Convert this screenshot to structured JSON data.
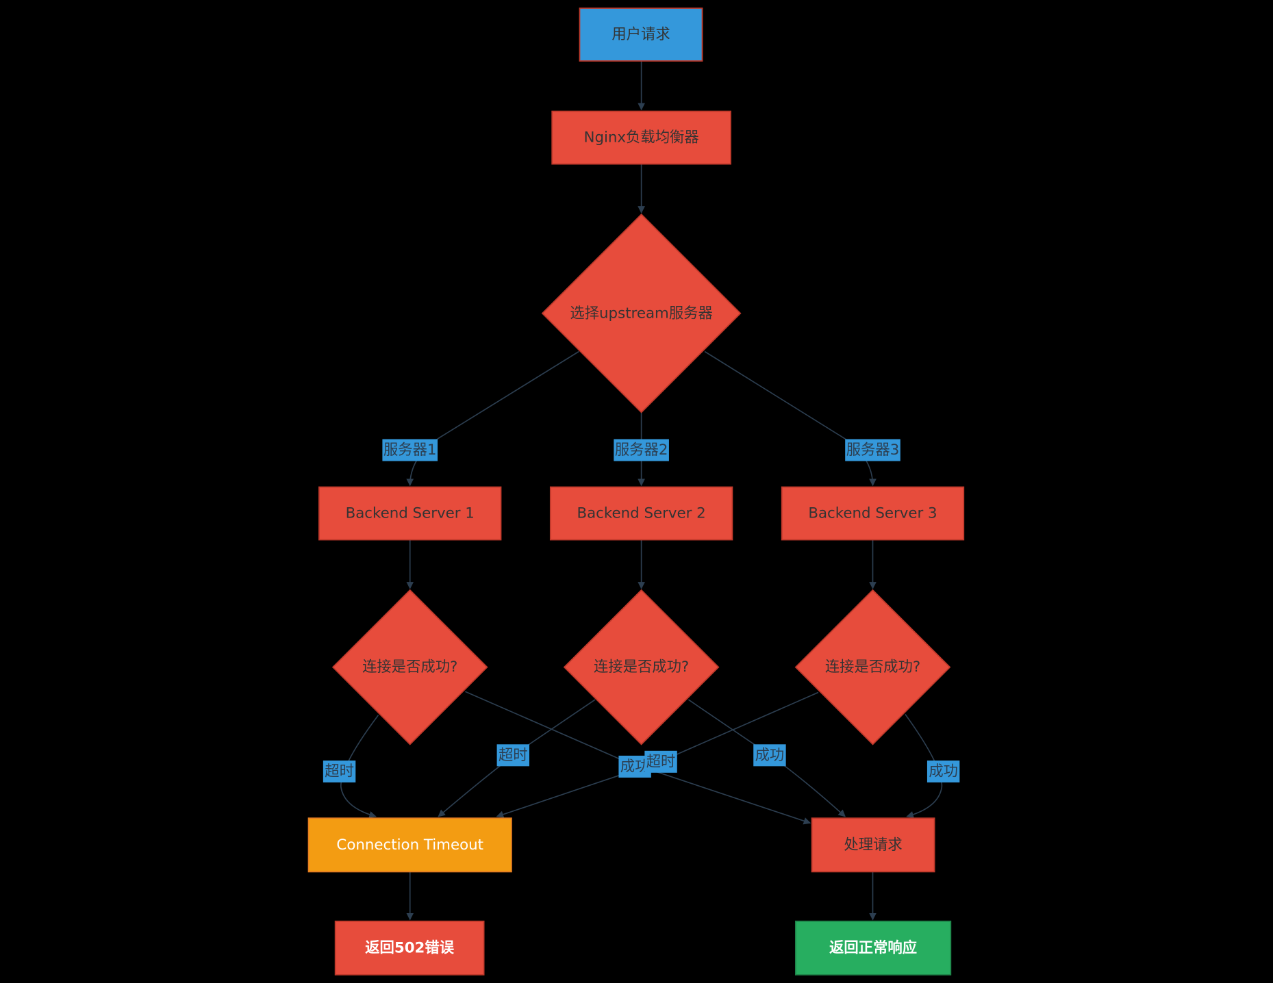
{
  "nodes": {
    "user_request": "用户请求",
    "nginx": "Nginx负载均衡器",
    "select_upstream": "选择upstream服务器",
    "backend1": "Backend Server 1",
    "backend2": "Backend Server 2",
    "backend3": "Backend Server 3",
    "check1": "连接是否成功?",
    "check2": "连接是否成功?",
    "check3": "连接是否成功?",
    "timeout": "Connection Timeout",
    "process": "处理请求",
    "error502": "返回502错误",
    "normal_response": "返回正常响应"
  },
  "edge_labels": {
    "to_server1": "服务器1",
    "to_server2": "服务器2",
    "to_server3": "服务器3",
    "s1_timeout": "超时",
    "s1_success": "成功",
    "s2_timeout": "超时",
    "s2_success": "成功",
    "s3_timeout": "超时",
    "s3_success": "成功"
  },
  "colors": {
    "background": "#000000",
    "start": "#3498db",
    "process": "#e74c3c",
    "timeout": "#f39c12",
    "success": "#27ae60",
    "edge": "#2c3e50",
    "edge_label_bg": "#3498db"
  }
}
